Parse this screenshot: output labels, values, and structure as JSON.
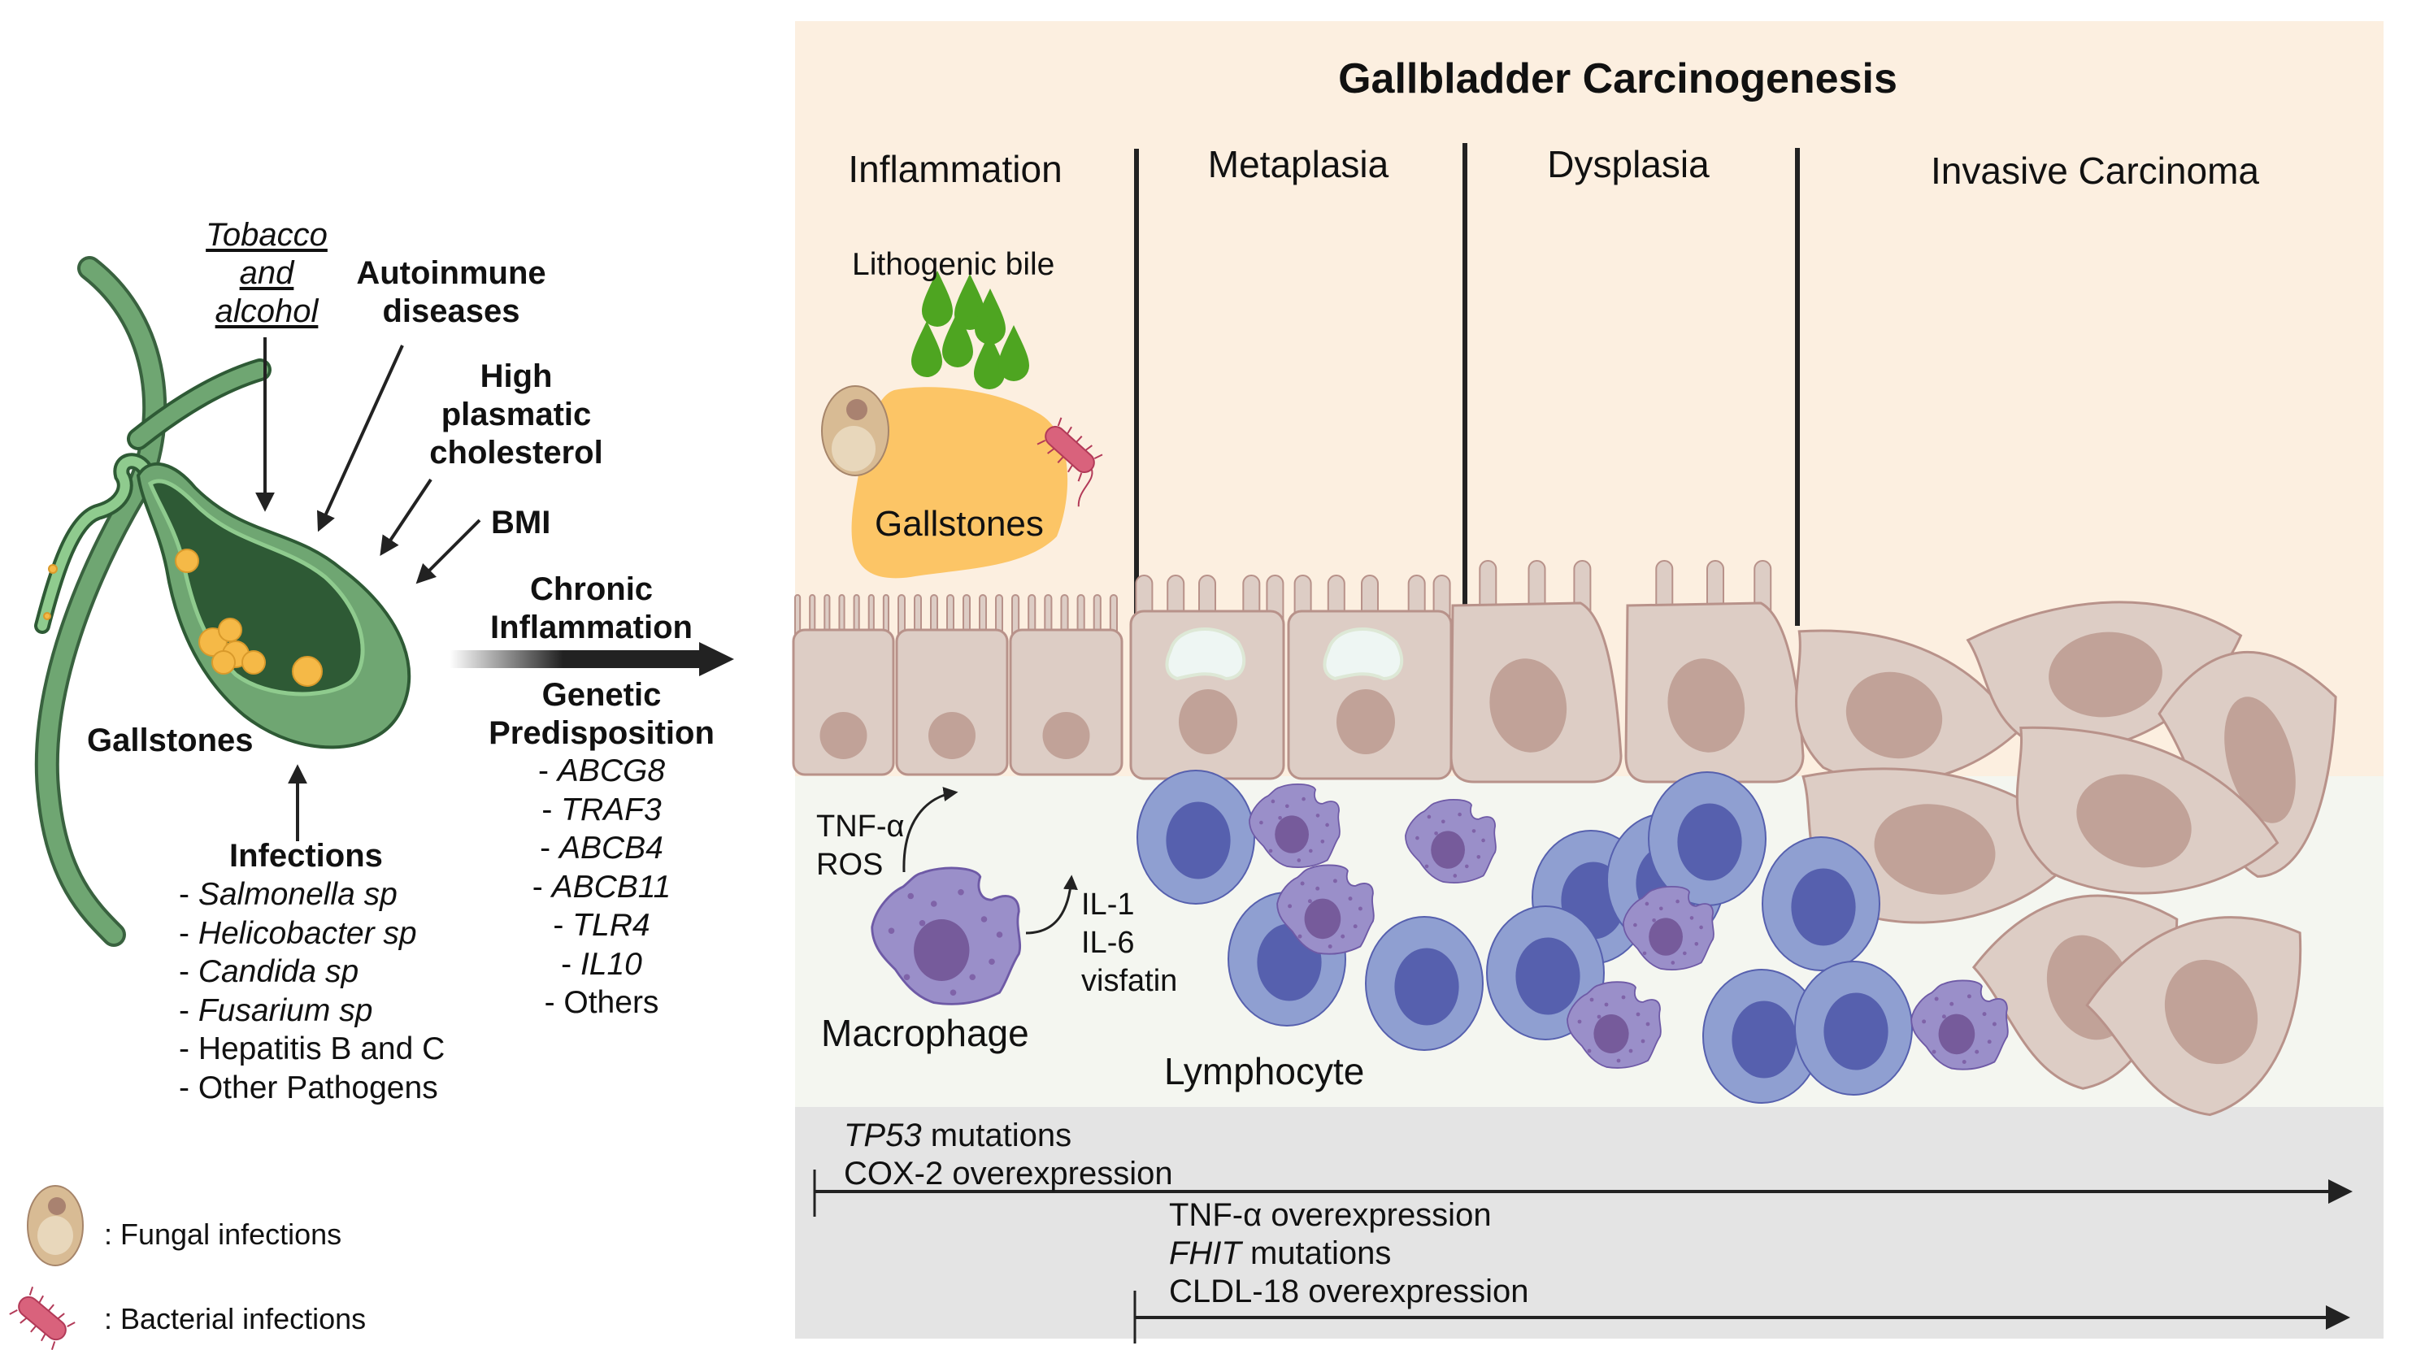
{
  "title": "Gallbladder Carcinogenesis",
  "risk_factors": {
    "tobacco_alcohol": [
      "Tobacco",
      "and",
      "alcohol"
    ],
    "autoimmune": [
      "Autoinmune",
      "diseases"
    ],
    "cholesterol": [
      "High",
      "plasmatic",
      "cholesterol"
    ],
    "bmi": "BMI",
    "gallstones": "Gallstones"
  },
  "infections": {
    "heading": "Infections",
    "items": [
      {
        "prefix": "- ",
        "name": "Salmonella sp",
        "italic": true
      },
      {
        "prefix": "- ",
        "name": "Helicobacter sp",
        "italic": true
      },
      {
        "prefix": "- ",
        "name": "Candida sp",
        "italic": true
      },
      {
        "prefix": "- ",
        "name": "Fusarium sp",
        "italic": true
      },
      {
        "prefix": "- ",
        "name": "Hepatitis B and C",
        "italic": false
      },
      {
        "prefix": "- ",
        "name": "Other Pathogens",
        "italic": false
      }
    ]
  },
  "main_arrow": {
    "label_top": [
      "Chronic",
      "Inflammation"
    ],
    "label_bottom": [
      "Genetic",
      "Predisposition"
    ]
  },
  "genes": [
    {
      "prefix": "- ",
      "name": "ABCG8",
      "italic": true
    },
    {
      "prefix": "- ",
      "name": "TRAF3",
      "italic": true
    },
    {
      "prefix": "- ",
      "name": "ABCB4",
      "italic": true
    },
    {
      "prefix": "- ",
      "name": "ABCB11",
      "italic": true
    },
    {
      "prefix": "- ",
      "name": "TLR4",
      "italic": true
    },
    {
      "prefix": "- ",
      "name": "IL10",
      "italic": true
    },
    {
      "prefix": "- ",
      "name": "Others",
      "italic": false
    }
  ],
  "legend": {
    "fungal": ": Fungal infections",
    "bacterial": ": Bacterial infections"
  },
  "stages": [
    "Inflammation",
    "Metaplasia",
    "Dysplasia",
    "Invasive Carcinoma"
  ],
  "inflammation": {
    "bile_label": "Lithogenic bile",
    "gallstones_label": "Gallstones"
  },
  "immune": {
    "macrophage_secretion_1": [
      "TNF-α",
      "ROS"
    ],
    "macrophage_secretion_2": [
      "IL-1",
      "IL-6",
      "visfatin"
    ],
    "macrophage_label": "Macrophage",
    "lymphocyte_label": "Lymphocyte"
  },
  "molecular_events": {
    "group_1": [
      {
        "gene": "TP53",
        "rest": " mutations"
      },
      {
        "gene": "",
        "rest": "COX-2 overexpression"
      }
    ],
    "group_2": [
      {
        "gene": "",
        "rest": "TNF-α overexpression"
      },
      {
        "gene": "FHIT",
        "rest": " mutations"
      },
      {
        "gene": "",
        "rest": "CLDL-18 overexpression"
      }
    ]
  },
  "colors": {
    "panel_bg": "#fcefe0",
    "stroma_bg": "#f4f6f0",
    "mutation_band": "#e4e4e4",
    "epithelial_cell": "#ddcdc5",
    "cell_outline": "#b8928a",
    "nucleus": "#c1a298",
    "lymphocyte_outer": "#8f9fd1",
    "lymphocyte_nucleus": "#5660ae",
    "macrophage": "#9a8fc9",
    "macrophage_nucleus": "#765b9b",
    "gallstone": "#fcc566",
    "bile_drop": "#4ea521",
    "gallbladder_green": "#6fa672",
    "gallbladder_dark": "#2e5a35"
  }
}
